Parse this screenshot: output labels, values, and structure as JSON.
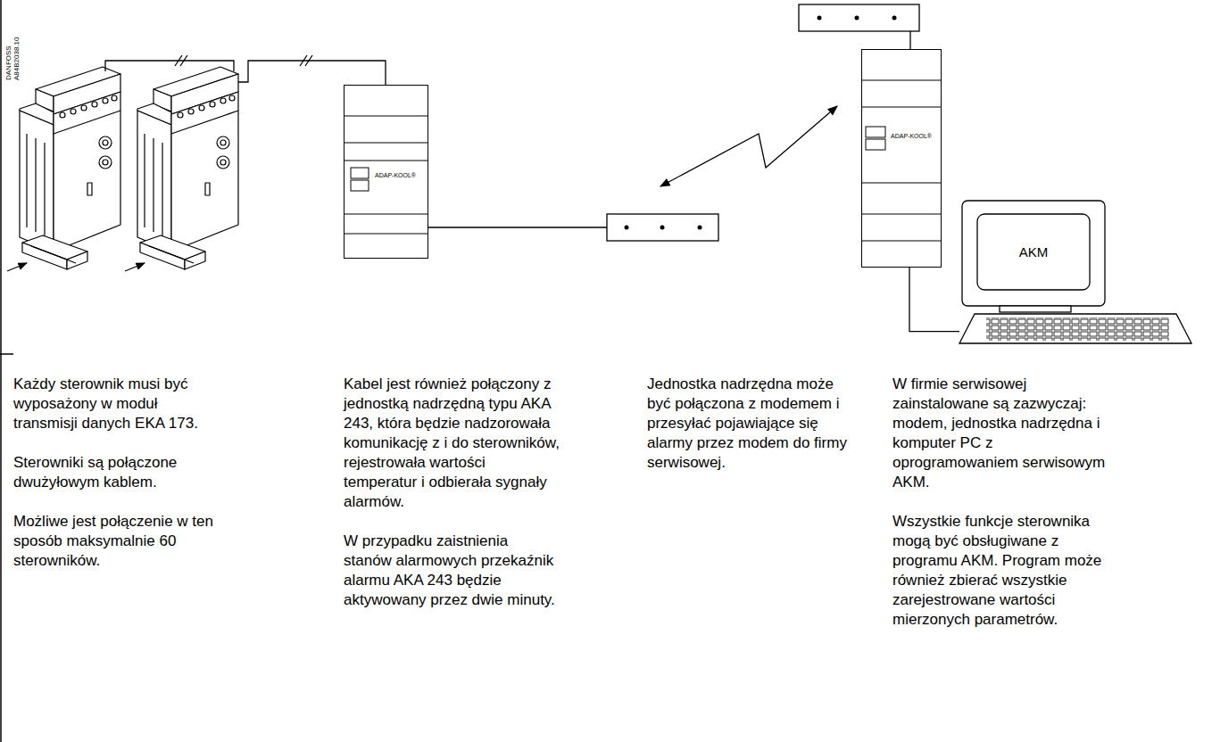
{
  "diagram": {
    "nodes": [
      {
        "text": [
          "ADAP-KOOL®"
        ]
      },
      {
        "text": [
          "ADAP-KOOL®"
        ]
      },
      {
        "text": [
          "AKM"
        ]
      }
    ],
    "edges": [
      {
        "from": 1,
        "to": 2,
        "arrow": "none"
      }
    ],
    "labels": [
      "DANFOSS A84B2038.10",
      "Każdy sterownik musi być wyposażony w moduł transmisji danych EKA 173.",
      "Sterowniki są połączone dwużyłowym kablem.",
      "Możliwe jest połączenie w ten sposób maksymalnie 60 sterowników.",
      "Kabel jest również połączony z jednostką nadrzędną typu AKA 243, która będzie nadzorowała komunikację z i do sterowników, rejestrowała wartości temperatur i odbierała sygnały alarmów.",
      "W przypadku zaistnienia stanów alarmowych przekaźnik alarmu AKA 243 będzie aktywowany przez dwie minuty.",
      "Jednostka nadrzędna może być połączona z modemem i przesyłać pojawiające się alarmy przez modem do firmy serwisowej.",
      "W firmie serwisowej zainstalowane są zazwyczaj: modem, jednostka nadrzędna i komputer PC z oprogramowaniem serwisowym AKM.",
      "Wszystkie funkcje sterownika mogą być obsługiwane z programu AKM. Program może również zbierać wszystkie zarejestrowane wartości mierzonych parametrów."
    ]
  }
}
